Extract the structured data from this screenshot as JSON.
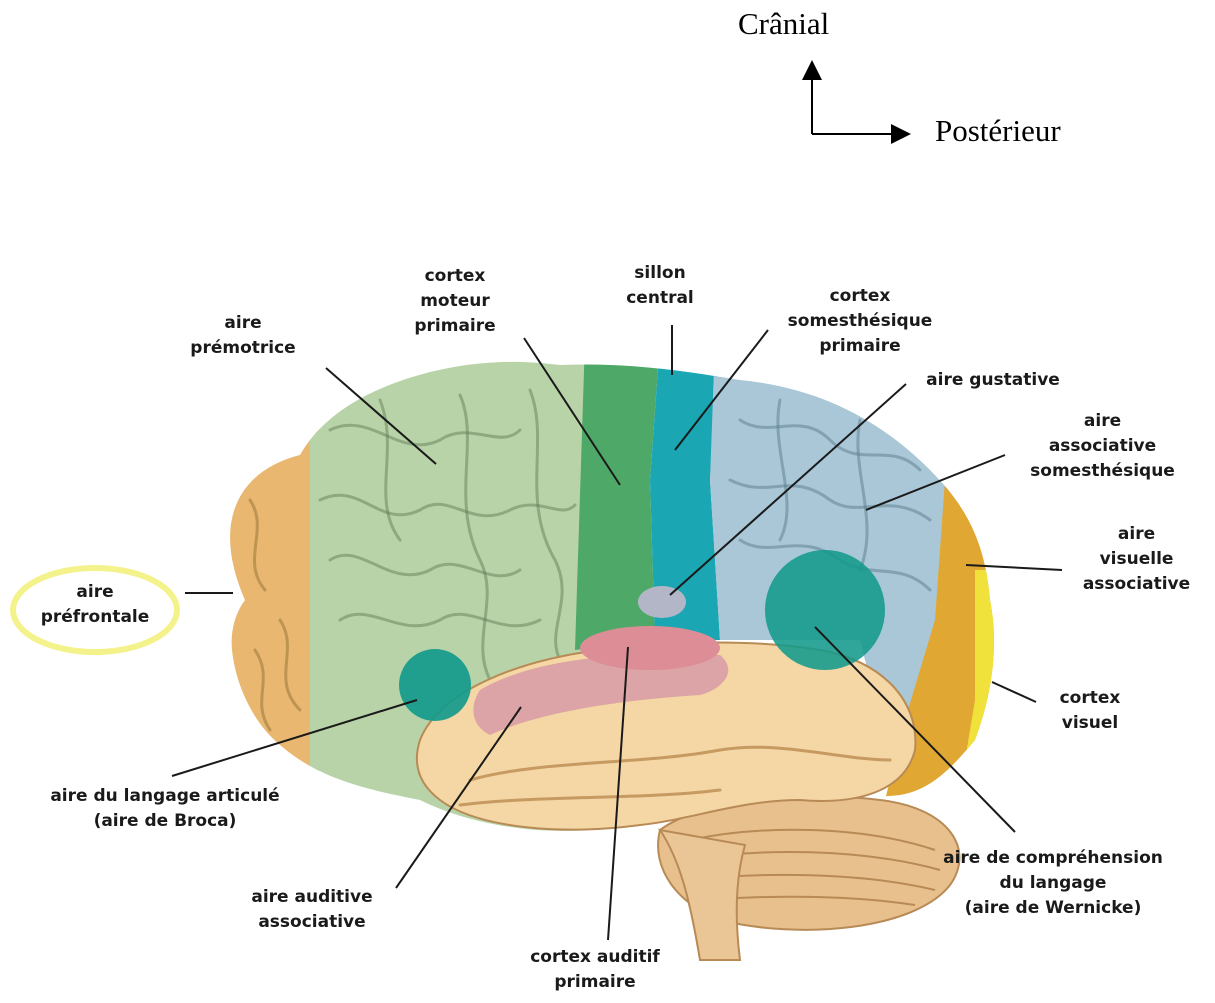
{
  "orientation": {
    "cranial": "Crânial",
    "posterior": "Postérieur"
  },
  "labels": {
    "aire_premotrice": [
      "aire",
      "prémotrice"
    ],
    "cortex_moteur_primaire": [
      "cortex",
      "moteur",
      "primaire"
    ],
    "sillon_central": [
      "sillon",
      "central"
    ],
    "cortex_somesthesique_primaire": [
      "cortex",
      "somesthésique",
      "primaire"
    ],
    "aire_gustative": [
      "aire gustative"
    ],
    "aire_associative_somesthesique": [
      "aire",
      "associative",
      "somesthésique"
    ],
    "aire_visuelle_associative": [
      "aire",
      "visuelle",
      "associative"
    ],
    "cortex_visuel": [
      "cortex",
      "visuel"
    ],
    "aire_prefrontale": [
      "aire",
      "préfrontale"
    ],
    "aire_broca": [
      "aire du langage articulé",
      "(aire de Broca)"
    ],
    "aire_auditive_associative": [
      "aire auditive",
      "associative"
    ],
    "cortex_auditif_primaire": [
      "cortex auditif",
      "primaire"
    ],
    "aire_wernicke": [
      "aire de compréhension",
      "du langage",
      "(aire de Wernicke)"
    ]
  },
  "colors": {
    "prefrontal": "#e9b770",
    "premotor": "#b9d3a8",
    "motor": "#4ea867",
    "somatosensory": "#1aa6b3",
    "somato_assoc": "#a9c7d6",
    "visual_assoc": "#e1a733",
    "visual": "#f0e13b",
    "temporal": "#f4d7a4",
    "auditory": "#dd8d95",
    "auditory_assoc": "#dca4a6",
    "broca_wernicke": "#139a8c",
    "gustatory": "#b3b6c6",
    "cerebellum": "#e8c08e",
    "highlight": "#f4f28a"
  }
}
